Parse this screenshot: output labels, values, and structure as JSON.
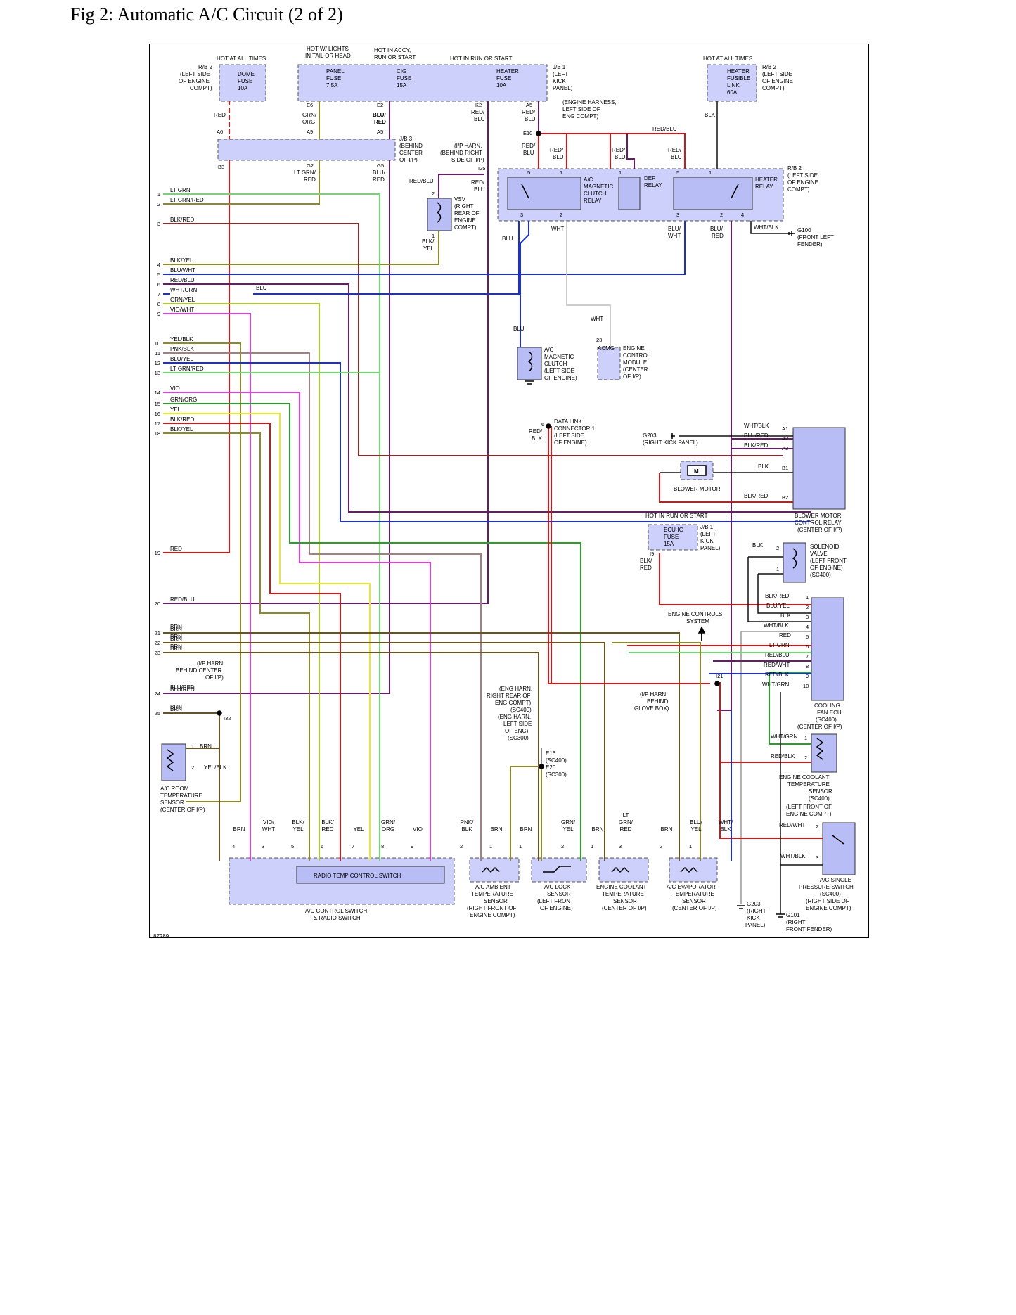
{
  "title": "Fig 2: Automatic A/C Circuit (2 of 2)",
  "figure_id": "87289",
  "colors": {
    "RED": "#d01818",
    "GRN": "#2aa02a",
    "LTGRN": "#6fd86f",
    "BLU": "#1c2fd6",
    "PUR": "#6a1a6a",
    "BRN": "#6b5320",
    "OLIVE": "#8c8a2a",
    "YEL": "#e8e830",
    "PNK": "#e040e0",
    "GRY": "#999999",
    "BLK": "#111111",
    "component_fill": "#cdd0fb"
  },
  "power": {
    "hot_at_all_times_left": "HOT AT ALL TIMES",
    "hot_lights": [
      "HOT W/ LIGHTS",
      "IN TAIL OR HEAD"
    ],
    "hot_accy": [
      "HOT IN ACCY,",
      "RUN OR START"
    ],
    "hot_run_start": "HOT IN RUN OR START",
    "hot_at_all_times_right": "HOT AT ALL TIMES",
    "hot_run_start_2": "HOT IN RUN OR START"
  },
  "boxes": {
    "rb2_left": [
      "R/B 2",
      "(LEFT SIDE",
      "OF ENGINE",
      "COMPT)"
    ],
    "dome_fuse": [
      "DOME",
      "FUSE",
      "10A"
    ],
    "panel_fuse": [
      "PANEL",
      "FUSE",
      "7.5A"
    ],
    "cig_fuse": [
      "CIG",
      "FUSE",
      "15A"
    ],
    "heater_fuse": [
      "HEATER",
      "FUSE",
      "10A"
    ],
    "jb1_top": [
      "J/B 1",
      "(LEFT",
      "KICK",
      "PANEL)"
    ],
    "heater_fusible_link": [
      "HEATER",
      "FUSIBLE",
      "LINK",
      "60A"
    ],
    "rb2_right_top": [
      "R/B 2",
      "(LEFT SIDE",
      "OF ENGINE",
      "COMPT)"
    ],
    "engine_harness_note": [
      "(ENGINE HARNESS,",
      "LEFT SIDE OF",
      "ENG COMPT)"
    ],
    "jb3": [
      "J/B 3",
      "(BEHIND",
      "CENTER",
      "OF I/P)"
    ],
    "ip_harness_note": [
      "(I/P HARN,",
      "(BEHIND RIGHT",
      "SIDE OF I/P)"
    ],
    "vsv": [
      "VSV",
      "(RIGHT",
      "REAR OF",
      "ENGINE",
      "COMPT)"
    ],
    "ac_mag_relay": [
      "A/C",
      "MAGNETIC",
      "CLUTCH",
      "RELAY"
    ],
    "def_relay": [
      "DEF",
      "RELAY"
    ],
    "heater_relay": [
      "HEATER",
      "RELAY"
    ],
    "rb2_right_mid": [
      "R/B 2",
      "(LEFT SIDE",
      "OF ENGINE",
      "COMPT)"
    ],
    "g100": [
      "G100",
      "(FRONT LEFT",
      "FENDER)"
    ],
    "ac_mag_clutch": [
      "A/C",
      "MAGNETIC",
      "CLUTCH",
      "(LEFT SIDE",
      "OF ENGINE)"
    ],
    "acmg": "ACMG",
    "ecm": [
      "ENGINE",
      "CONTROL",
      "MODULE",
      "(CENTER",
      "OF I/P)"
    ],
    "dlc": [
      "DATA LINK",
      "CONNECTOR 1",
      "(LEFT SIDE",
      "OF ENGINE)"
    ],
    "g203_top": [
      "G203",
      "(RIGHT KICK PANEL)"
    ],
    "blower_motor": "BLOWER MOTOR",
    "motor_symbol": "M",
    "blower_relay": [
      "BLOWER MOTOR",
      "CONTROL RELAY",
      "(CENTER OF I/P)"
    ],
    "ecu_ig_fuse": [
      "ECU-IG",
      "FUSE",
      "15A"
    ],
    "jb1_mid": [
      "J/B 1",
      "(LEFT",
      "KICK",
      "PANEL)"
    ],
    "solenoid": [
      "SOLENOID",
      "VALVE",
      "(LEFT FRONT",
      "OF ENGINE)",
      "(SC400)"
    ],
    "engine_controls": [
      "ENGINE CONTROLS",
      "SYSTEM"
    ],
    "cooling_fan_ecu": [
      "COOLING",
      "FAN ECU",
      "(SC400)",
      "(CENTER OF I/P)"
    ],
    "ip_harness_glove": [
      "(I/P HARN,",
      "BEHIND",
      "GLOVE BOX)"
    ],
    "eng_harn_notes": [
      "(ENG HARN,",
      "RIGHT REAR OF",
      "ENG COMPT)",
      "(SC400)",
      "(ENG HARN,",
      "LEFT SIDE",
      "OF ENG)",
      "(SC300)"
    ],
    "e16_e20": [
      "E16",
      "(SC400)",
      "E20",
      "(SC300)"
    ],
    "ect_sensor": [
      "ENGINE COOLANT",
      "TEMPERATURE",
      "SENSOR",
      "(SC400)",
      "(LEFT FRONT OF",
      "ENGINE COMPT)"
    ],
    "ac_single_pressure": [
      "A/C SINGLE",
      "PRESSURE SWITCH",
      "(SC400)",
      "(RIGHT SIDE OF",
      "ENGINE COMPT)"
    ],
    "ip_harness_center": [
      "(I/P HARN,",
      "BEHIND CENTER",
      "OF I/P)"
    ],
    "ac_room_sensor": [
      "A/C ROOM",
      "TEMPERATURE",
      "SENSOR",
      "(CENTER OF I/P)"
    ],
    "radio_temp_switch": "RADIO TEMP CONTROL SWITCH",
    "ac_control_switch": [
      "A/C CONTROL SWITCH",
      "& RADIO SWITCH"
    ],
    "ac_ambient_sensor": [
      "A/C AMBIENT",
      "TEMPERATURE",
      "SENSOR",
      "(RIGHT FRONT OF",
      "ENGINE COMPT)"
    ],
    "ac_lock_sensor": [
      "A/C LOCK",
      "SENSOR",
      "(LEFT FRONT",
      "OF ENGINE)"
    ],
    "ect_sensor_bottom": [
      "ENGINE COOLANT",
      "TEMPERATURE",
      "SENSOR",
      "(CENTER OF I/P)"
    ],
    "evap_sensor": [
      "A/C EVAPORATOR",
      "TEMPERATURE",
      "SENSOR",
      "(CENTER OF I/P)"
    ],
    "g203_bottom": [
      "G203",
      "(RIGHT",
      "KICK",
      "PANEL)"
    ],
    "g101": [
      "G101",
      "(RIGHT",
      "FRONT FENDER)"
    ]
  },
  "connectors": {
    "e6": "E6",
    "e2": "E2",
    "k2": "K2",
    "a5_top": "A5",
    "a6": "A6",
    "a9": "A9",
    "a5_jb3": "A5",
    "b3": "B3",
    "g2": "G2",
    "g5": "G5",
    "e10": "E10",
    "i25": "I25",
    "i9": "I9",
    "i21": "I21",
    "i32": "I32",
    "c23": "23",
    "c6": "6"
  },
  "wire_labels": {
    "red_a6": "RED",
    "grn_org": [
      "GRN/",
      "ORG"
    ],
    "blu_red_e2": [
      "BLU/",
      "RED"
    ],
    "red_blu_k2": [
      "RED/",
      "BLU"
    ],
    "red_blu_a5": [
      "RED/",
      "BLU"
    ],
    "blk_link": "BLK",
    "red_blu_top": "RED/BLU",
    "red_blu_e10": [
      "RED/",
      "BLU"
    ],
    "red_blu_r1": [
      "RED/",
      "BLU"
    ],
    "red_blu_r2": [
      "RED/",
      "BLU"
    ],
    "red_blu_r3": [
      "RED/",
      "BLU"
    ],
    "lt_grn_red_g2": [
      "LT GRN/",
      "RED"
    ],
    "blu_red_g5": [
      "BLU/",
      "RED"
    ],
    "red_blu_vsv": "RED/BLU",
    "red_blu_i25": [
      "RED/",
      "BLU"
    ],
    "blk_yel_vsv": [
      "BLK/",
      "YEL"
    ],
    "blu_relay": "BLU",
    "wht_relay": "WHT",
    "blu_wht_relay": [
      "BLU/",
      "WHT"
    ],
    "blu_red_relay": [
      "BLU/",
      "RED"
    ],
    "wht_blk_g100": "WHT/BLK",
    "blu_clutch": "BLU",
    "wht_ecm": "WHT",
    "red_blk_dlc": [
      "RED/",
      "BLK"
    ],
    "wht_blk_a1": "WHT/BLK",
    "blu_red_a2": "BLU/RED",
    "blk_red_a3": "BLK/RED",
    "blk_b1": "BLK",
    "blk_red_b2": "BLK/RED",
    "blk_red_i9": [
      "BLK/",
      "RED"
    ],
    "blk_sol": "BLK",
    "blu_ip": "BLU",
    "brn_21": "BRN",
    "brn_22": "BRN",
    "brn_23": "BRN",
    "blu_red_24": "BLU/RED",
    "brn_25": "BRN",
    "brn_sensor_1": "BRN",
    "yel_blk_sensor_2": "YEL/BLK",
    "fan_1": "BLK/RED",
    "fan_2": "BLU/YEL",
    "fan_3": "BLK",
    "fan_4": "WHT/BLK",
    "fan_5": "RED",
    "fan_6": "LT GRN",
    "fan_7": "RED/BLU",
    "fan_8": "RED/WHT",
    "fan_9": "RED/BLK",
    "fan_10": "WHT/GRN",
    "ect_1": "WHT/GRN",
    "ect_2": "RED/BLK",
    "press_2": "RED/WHT",
    "press_3": "WHT/BLK"
  },
  "left_pins": [
    {
      "n": "1",
      "label": "LT GRN",
      "color": "#6fd86f"
    },
    {
      "n": "2",
      "label": "LT GRN/RED",
      "color": "#8c8a2a"
    },
    {
      "n": "3",
      "label": "BLK/RED",
      "color": "#8a2a2a"
    },
    {
      "n": "4",
      "label": "BLK/YEL",
      "color": "#8c8a2a"
    },
    {
      "n": "5",
      "label": "BLU/WHT",
      "color": "#1c2fd6"
    },
    {
      "n": "6",
      "label": "RED/BLU",
      "color": "#6a1a6a"
    },
    {
      "n": "7",
      "label": "WHT/GRN",
      "color": "#1c2fd6"
    },
    {
      "n": "8",
      "label": "GRN/YEL",
      "color": "#aacc30"
    },
    {
      "n": "9",
      "label": "VIO/WHT",
      "color": "#e040e0"
    },
    {
      "n": "10",
      "label": "YEL/BLK",
      "color": "#8c8a2a"
    },
    {
      "n": "11",
      "label": "PNK/BLK",
      "color": "#a08080"
    },
    {
      "n": "12",
      "label": "BLU/YEL",
      "color": "#1c2fd6"
    },
    {
      "n": "13",
      "label": "LT GRN/RED",
      "color": "#6fd86f"
    },
    {
      "n": "14",
      "label": "VIO",
      "color": "#e040e0"
    },
    {
      "n": "15",
      "label": "GRN/ORG",
      "color": "#2aa02a"
    },
    {
      "n": "16",
      "label": "YEL",
      "color": "#e8e830"
    },
    {
      "n": "17",
      "label": "BLK/RED",
      "color": "#d01818"
    },
    {
      "n": "18",
      "label": "BLK/YEL",
      "color": "#8c8a2a"
    },
    {
      "n": "19",
      "label": "RED",
      "color": "#d01818"
    },
    {
      "n": "20",
      "label": "RED/BLU",
      "color": "#6a1a6a"
    },
    {
      "n": "21",
      "label": "BRN",
      "color": "#6b5320"
    },
    {
      "n": "22",
      "label": "BRN",
      "color": "#6b5320"
    },
    {
      "n": "23",
      "label": "BRN",
      "color": "#6b5320"
    },
    {
      "n": "24",
      "label": "BLU/RED",
      "color": "#6a1a6a"
    },
    {
      "n": "25",
      "label": "BRN",
      "color": "#6b5320"
    }
  ],
  "bottom_switch_wires": [
    {
      "label": [
        "BRN"
      ],
      "pin": "4"
    },
    {
      "label": [
        "VIO/",
        "WHT"
      ],
      "pin": "3"
    },
    {
      "label": [
        "BLK/",
        "YEL"
      ],
      "pin": "5"
    },
    {
      "label": [
        "BLK/",
        "RED"
      ],
      "pin": "6"
    },
    {
      "label": [
        "YEL"
      ],
      "pin": "7"
    },
    {
      "label": [
        "GRN/",
        "ORG"
      ],
      "pin": "8"
    },
    {
      "label": [
        "VIO"
      ],
      "pin": "9"
    }
  ],
  "bottom_sensor_wires": [
    {
      "label": [
        "PNK/",
        "BLK"
      ],
      "pin": "2"
    },
    {
      "label": [
        "BRN"
      ],
      "pin": "1"
    },
    {
      "label": [
        "BRN"
      ],
      "pin": "1"
    },
    {
      "label": [
        "GRN/",
        "YEL"
      ],
      "pin": "2"
    },
    {
      "label": [
        "BRN"
      ],
      "pin": "1"
    },
    {
      "label": [
        "LT",
        "GRN/",
        "RED"
      ],
      "pin": "3"
    },
    {
      "label": [
        "BRN"
      ],
      "pin": "2"
    },
    {
      "label": [
        "BLU/",
        "YEL"
      ],
      "pin": "1"
    },
    {
      "label": [
        "WHT/",
        "BLK"
      ],
      "pin": ""
    }
  ],
  "relay_pins": {
    "p5a": "5",
    "p1a": "1",
    "p1b": "1",
    "p5b": "5",
    "p1c": "1",
    "p3a": "3",
    "p2a": "2",
    "p3b": "3",
    "p2b": "2",
    "p4": "4"
  },
  "misc_pins": {
    "vsv_2": "2",
    "vsv_1": "1",
    "a1": "A1",
    "a2": "A2",
    "a3": "A3",
    "b1": "B1",
    "b2": "B2",
    "sol_2": "2",
    "sol_1": "1",
    "fan_pins": [
      "1",
      "2",
      "3",
      "4",
      "5",
      "6",
      "7",
      "8",
      "9",
      "10"
    ],
    "ect_1": "1",
    "ect_2": "2",
    "press_2": "2",
    "press_3": "3",
    "room_1": "1",
    "room_2": "2"
  }
}
